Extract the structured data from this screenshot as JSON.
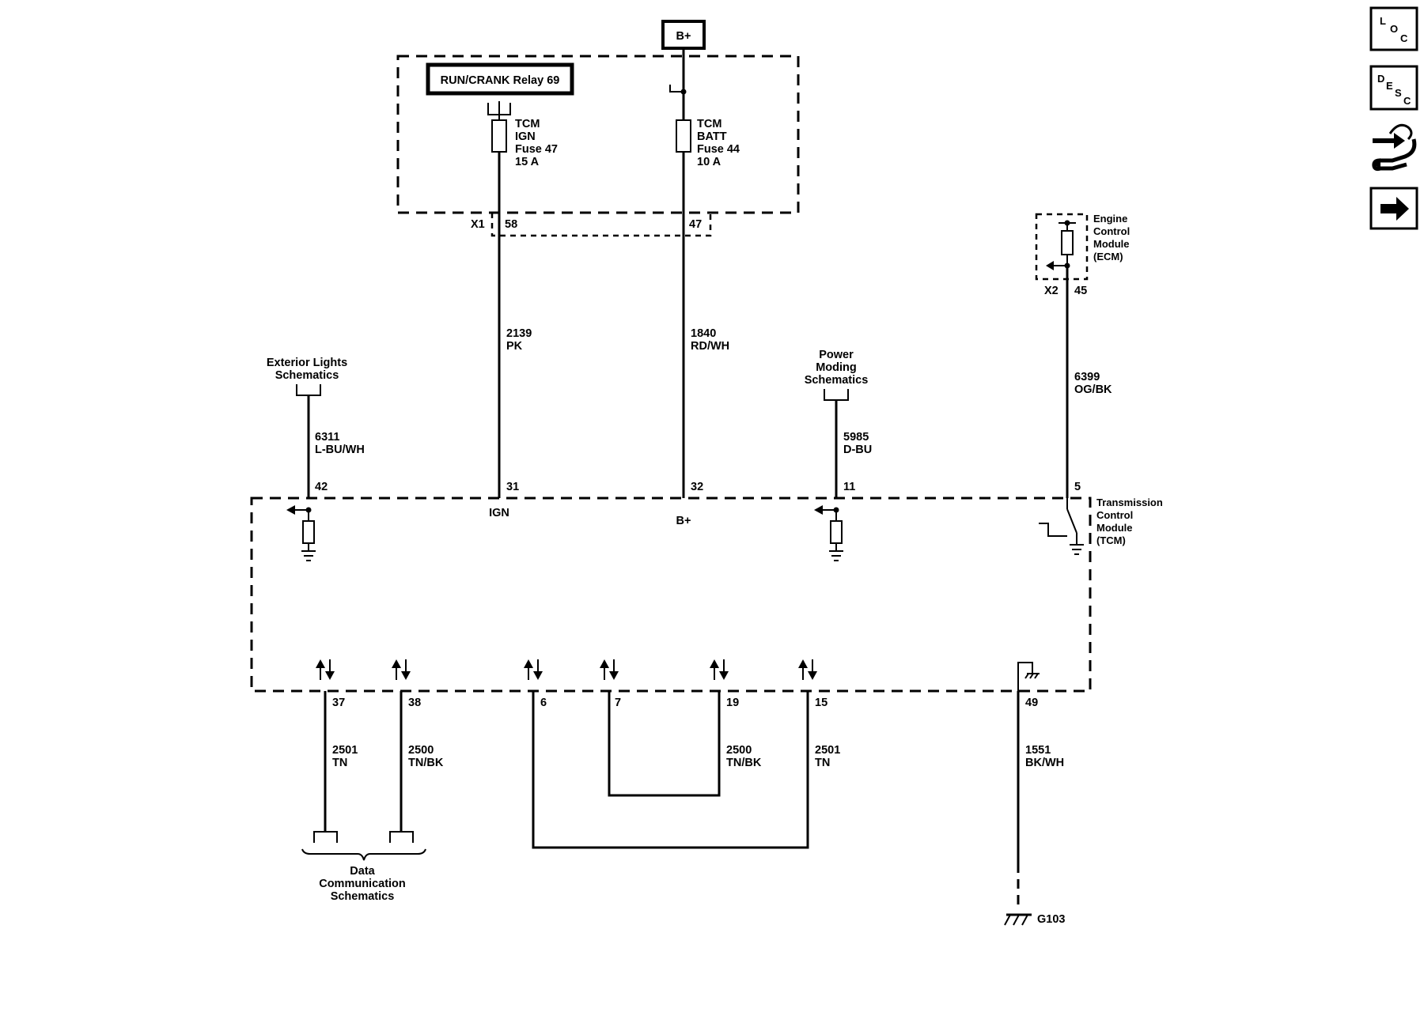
{
  "power": {
    "label": "B+"
  },
  "relay": {
    "label": "RUN/CRANK Relay 69"
  },
  "fuse_ign": {
    "line1": "TCM",
    "line2": "IGN",
    "line3": "Fuse 47",
    "line4": "15 A"
  },
  "fuse_batt": {
    "line1": "TCM",
    "line2": "BATT",
    "line3": "Fuse 44",
    "line4": "10 A"
  },
  "connector_x1": {
    "name": "X1",
    "pin_ign": "58",
    "pin_batt": "47"
  },
  "wire_2139": {
    "circuit": "2139",
    "color": "PK"
  },
  "wire_1840": {
    "circuit": "1840",
    "color": "RD/WH"
  },
  "ecm": {
    "line1": "Engine",
    "line2": "Control",
    "line3": "Module",
    "line4": "(ECM)",
    "connector": "X2",
    "pin": "45"
  },
  "wire_6399": {
    "circuit": "6399",
    "color": "OG/BK"
  },
  "ext_lights": {
    "line1": "Exterior Lights",
    "line2": "Schematics"
  },
  "wire_6311": {
    "circuit": "6311",
    "color": "L-BU/WH"
  },
  "power_moding": {
    "line1": "Power",
    "line2": "Moding",
    "line3": "Schematics"
  },
  "wire_5985": {
    "circuit": "5985",
    "color": "D-BU"
  },
  "tcm": {
    "line1": "Transmission",
    "line2": "Control",
    "line3": "Module",
    "line4": "(TCM)",
    "pin_42": "42",
    "pin_31": "31",
    "pin_32": "32",
    "pin_11": "11",
    "pin_5": "5",
    "ign_label": "IGN",
    "bplus_label": "B+",
    "pin_37": "37",
    "pin_38": "38",
    "pin_6": "6",
    "pin_7": "7",
    "pin_19": "19",
    "pin_15": "15",
    "pin_49": "49"
  },
  "wire_37": {
    "circuit": "2501",
    "color": "TN"
  },
  "wire_38": {
    "circuit": "2500",
    "color": "TN/BK"
  },
  "wire_19": {
    "circuit": "2500",
    "color": "TN/BK"
  },
  "wire_15": {
    "circuit": "2501",
    "color": "TN"
  },
  "wire_49": {
    "circuit": "1551",
    "color": "BK/WH"
  },
  "data_comm": {
    "line1": "Data",
    "line2": "Communication",
    "line3": "Schematics"
  },
  "ground": {
    "label": "G103"
  },
  "nav": {
    "loc": {
      "l1": "L",
      "l2": "O",
      "l3": "C",
      "icon": "location-icon"
    },
    "desc": {
      "l1": "D",
      "l2": "E",
      "l3": "S",
      "l4": "C",
      "icon": "description-icon"
    },
    "repair": {
      "icon": "connector-wrench-icon"
    },
    "next": {
      "icon": "arrow-right-icon"
    }
  }
}
